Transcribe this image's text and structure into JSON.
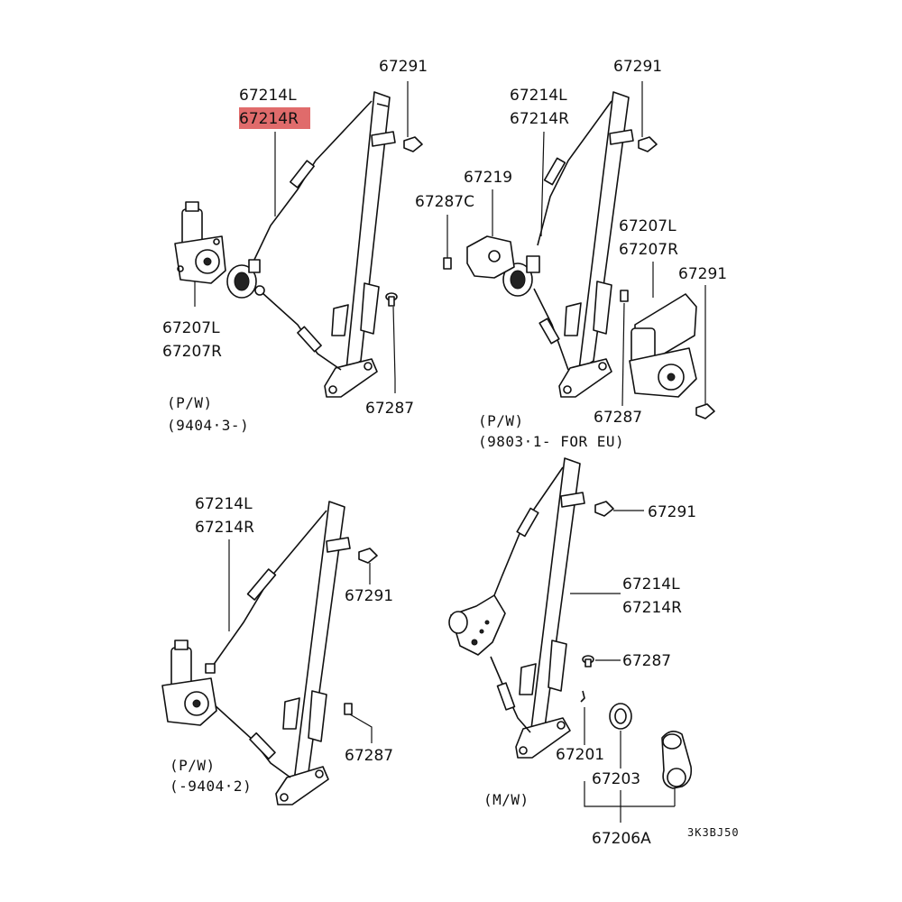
{
  "highlight_color": "#e06b6b",
  "quadrant_top_left": {
    "label_regulator_l": "67214L",
    "label_regulator_r": "67214R",
    "label_screw_top": "67291",
    "label_motor_l": "67207L",
    "label_motor_r": "67207R",
    "label_bolt_bottom": "67287",
    "note_type": "(P/W)",
    "note_date": "(9404·3-)"
  },
  "quadrant_top_right": {
    "label_screw_top": "67291",
    "label_regulator_l": "67214L",
    "label_regulator_r": "67214R",
    "label_cover": "67219",
    "label_cover_bolt": "67287C",
    "label_motor_l": "67207L",
    "label_motor_r": "67207R",
    "label_screw_right": "67291",
    "label_bolt_bottom": "67287",
    "note_type": "(P/W)",
    "note_date": "(9803·1- FOR EU)"
  },
  "quadrant_bottom_left": {
    "label_regulator_l": "67214L",
    "label_regulator_r": "67214R",
    "label_screw": "67291",
    "label_bolt": "67287",
    "note_type": "(P/W)",
    "note_date": "(-9404·2)"
  },
  "quadrant_bottom_right": {
    "label_screw": "67291",
    "label_regulator_l": "67214L",
    "label_regulator_r": "67214R",
    "label_bolt": "67287",
    "label_clip": "67201",
    "label_spacer": "67203",
    "label_handle_assy": "67206A",
    "note_type": "(M/W)"
  },
  "diagram_code": "3K3BJ50",
  "icons": [
    "window-regulator-icon",
    "power-window-motor-icon",
    "screw-icon",
    "bolt-icon",
    "crank-handle-icon",
    "spacer-icon"
  ]
}
